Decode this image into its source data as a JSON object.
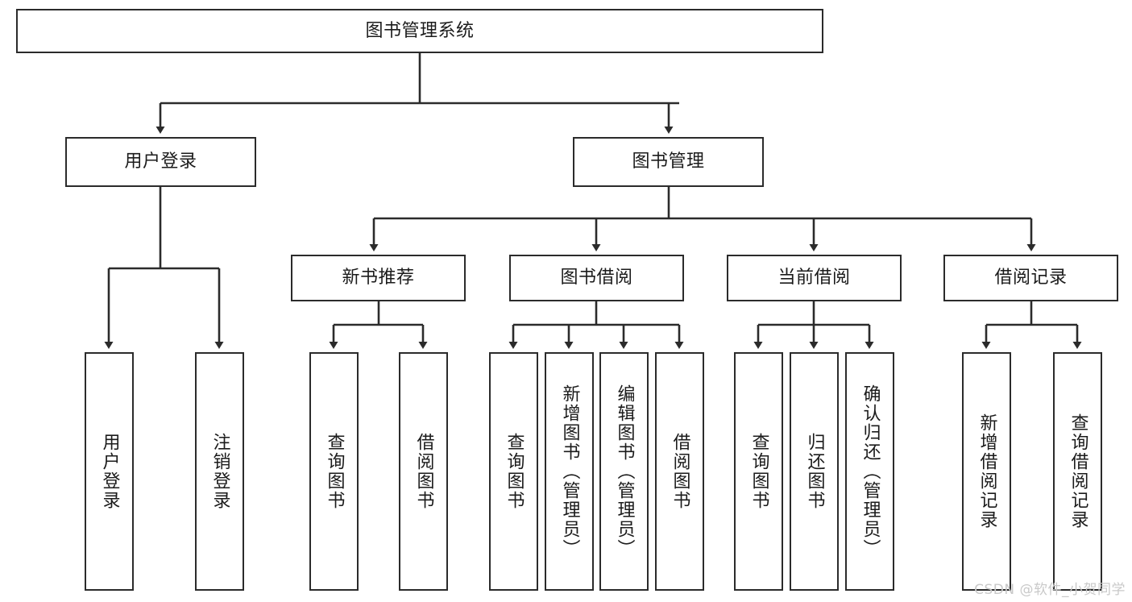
{
  "diagram": {
    "title": "图书管理系统",
    "type": "tree-hierarchy",
    "colors": {
      "stroke": "#2b2b2b",
      "fill": "#ffffff",
      "text": "#1b1b1b",
      "watermark": "#c9c9c9"
    },
    "nodes": {
      "root": {
        "label": "图书管理系统"
      },
      "level2": [
        {
          "id": "user-login",
          "label": "用户登录"
        },
        {
          "id": "book-management",
          "label": "图书管理"
        }
      ],
      "level3": [
        {
          "id": "new-book-recommend",
          "label": "新书推荐"
        },
        {
          "id": "book-borrow",
          "label": "图书借阅"
        },
        {
          "id": "current-borrow",
          "label": "当前借阅"
        },
        {
          "id": "borrow-record",
          "label": "借阅记录"
        }
      ],
      "leaves": {
        "user_login": [
          {
            "id": "leaf-user-login",
            "label": "用户登录"
          },
          {
            "id": "leaf-logout-login",
            "label": "注销登录"
          }
        ],
        "new_book_recommend": [
          {
            "id": "leaf-query-book-1",
            "label": "查询图书"
          },
          {
            "id": "leaf-borrow-book-1",
            "label": "借阅图书"
          }
        ],
        "book_borrow": [
          {
            "id": "leaf-query-book-2",
            "label": "查询图书"
          },
          {
            "id": "leaf-add-book",
            "label": "新增图书（管理员）"
          },
          {
            "id": "leaf-edit-book",
            "label": "编辑图书（管理员）"
          },
          {
            "id": "leaf-borrow-book-2",
            "label": "借阅图书"
          }
        ],
        "current_borrow": [
          {
            "id": "leaf-query-book-3",
            "label": "查询图书"
          },
          {
            "id": "leaf-return-book",
            "label": "归还图书"
          },
          {
            "id": "leaf-confirm-return",
            "label": "确认归还（管理员）"
          }
        ],
        "borrow_record": [
          {
            "id": "leaf-add-record",
            "label": "新增借阅记录"
          },
          {
            "id": "leaf-query-record",
            "label": "查询借阅记录"
          }
        ]
      }
    }
  },
  "watermark": {
    "text": "CSDN @软件_小贺同学"
  }
}
